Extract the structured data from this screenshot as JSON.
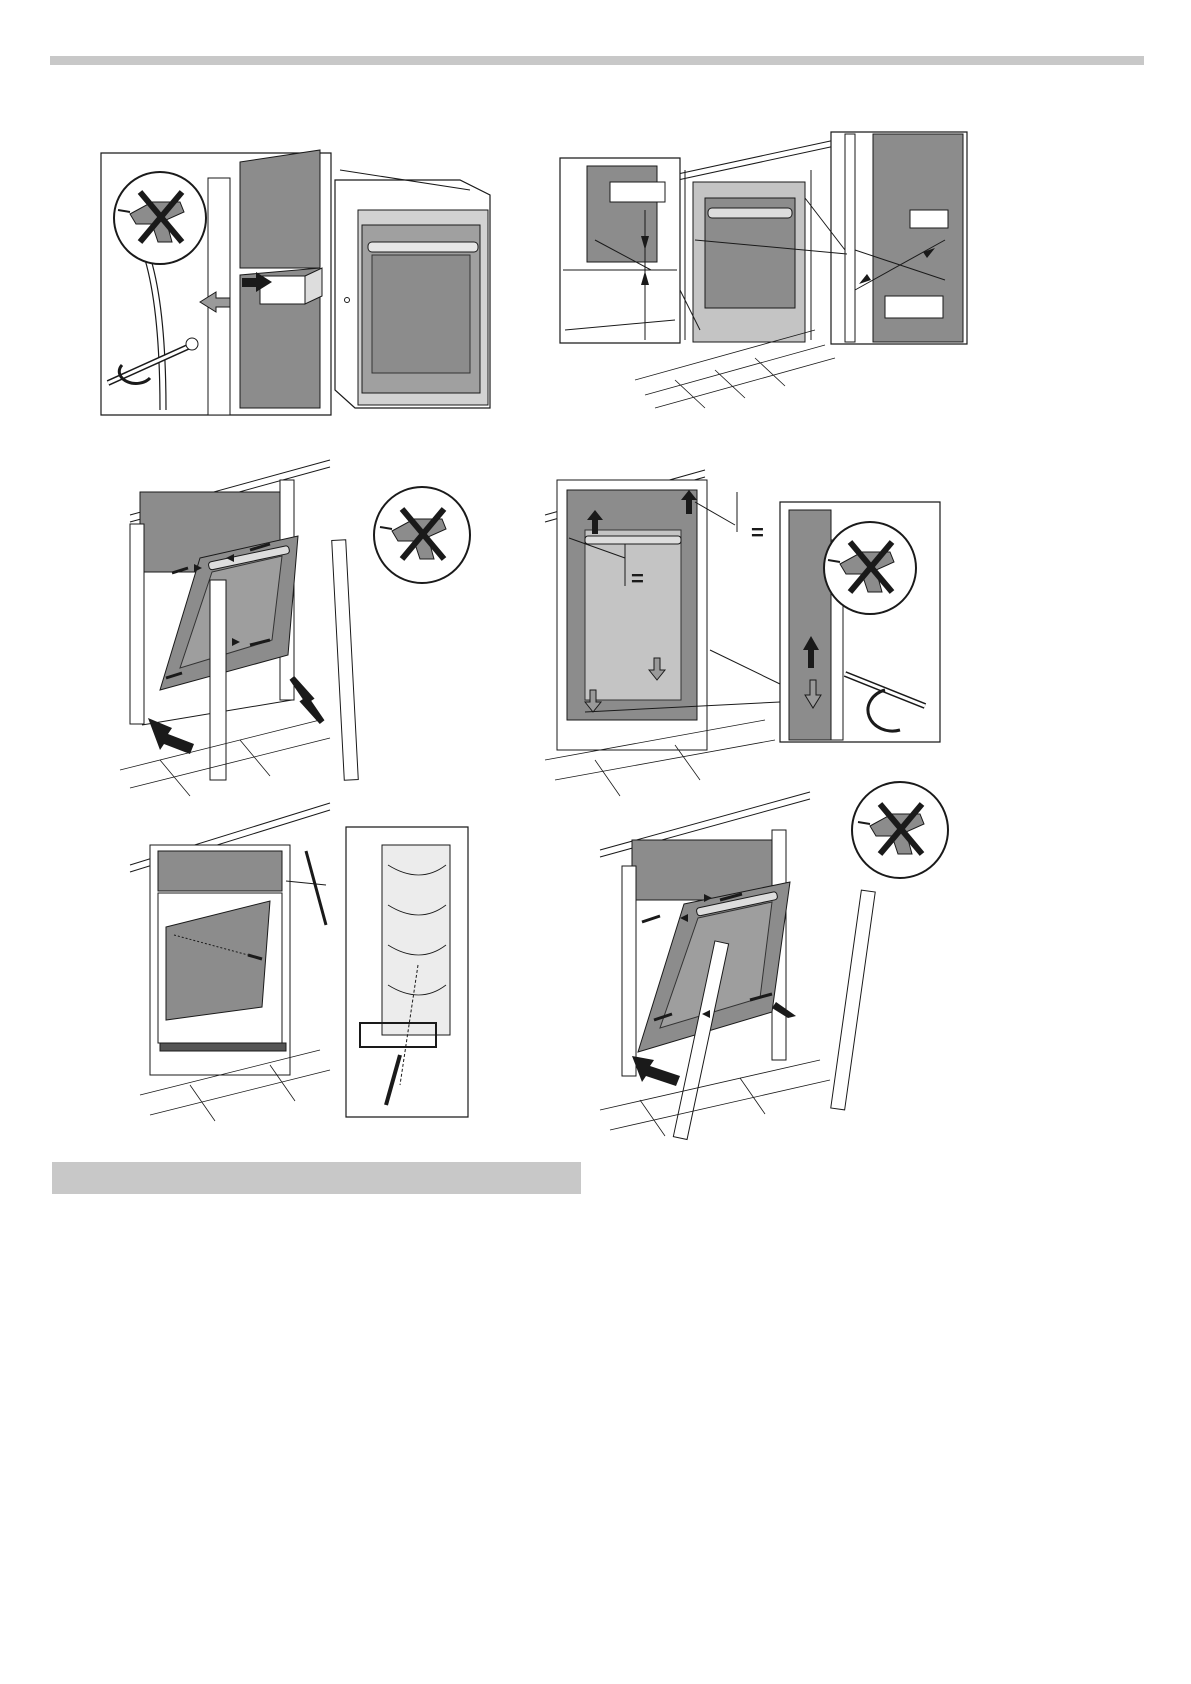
{
  "document": {
    "header_rule": "gray-rule",
    "section_heading_bar": "gray-bar",
    "figures": [
      {
        "id": "fig-1",
        "icon": "no-drill-icon"
      },
      {
        "id": "fig-2",
        "icon": "gap-detail"
      },
      {
        "id": "fig-3",
        "icon": "no-drill-icon"
      },
      {
        "id": "fig-4",
        "icon": "no-drill-icon"
      },
      {
        "id": "fig-5",
        "icon": "screw-detail"
      },
      {
        "id": "fig-6",
        "icon": "no-drill-icon"
      }
    ],
    "fig4_labels": {
      "equal_left": "=",
      "equal_right": "="
    }
  },
  "colors": {
    "rule": "#c8c8c8",
    "panel_gray": "#8c8c8c",
    "light_gray": "#c4c4c4",
    "line": "#1a1a1a"
  }
}
